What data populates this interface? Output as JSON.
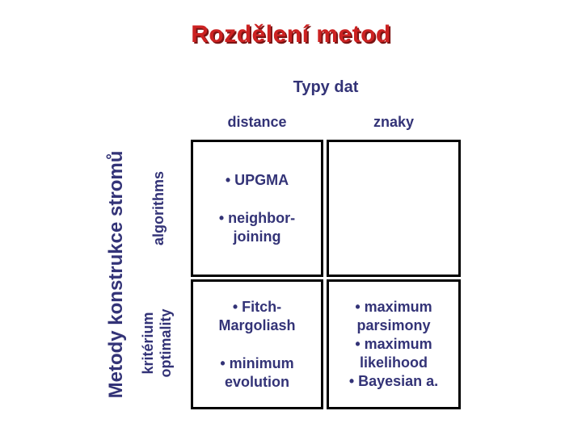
{
  "slide": {
    "title": "Rozdělení metod",
    "subtitle": "Typy dat",
    "column_headers": {
      "left": "distance",
      "right": "znaky"
    },
    "row_axis": {
      "main": "Metody konstrukce stromů",
      "top_row": "algorithms",
      "bottom_row": "kritérium\noptimality"
    },
    "matrix": {
      "top_left": {
        "item1": "• UPGMA",
        "item2": "• neighbor-\njoining"
      },
      "top_right": {},
      "bottom_left": {
        "item1": "• Fitch-\nMargoliash",
        "item2": "• minimum\nevolution"
      },
      "bottom_right": {
        "item1": "• maximum\nparsimony",
        "item2": "• maximum\nlikelihood",
        "item3": "• Bayesian a."
      }
    },
    "colors": {
      "title_red": "#cc2222",
      "heading_navy": "#333377",
      "border_black": "#000000",
      "background": "#ffffff"
    }
  }
}
